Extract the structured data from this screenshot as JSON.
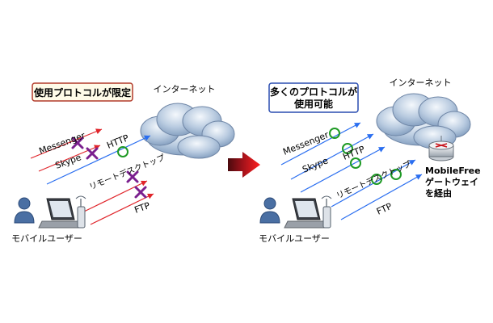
{
  "left": {
    "callout": "使用プロトコルが限定",
    "internet_label": "インターネット",
    "user_label": "モバイルユーザー",
    "protocols": {
      "messenger": "Messenger",
      "skype": "Skype",
      "http": "HTTP",
      "remote": "リモートデスクトップ",
      "ftp": "FTP"
    }
  },
  "right": {
    "callout_line1": "多くのプロトコルが",
    "callout_line2": "使用可能",
    "internet_label": "インターネット",
    "user_label": "モバイルユーザー",
    "gateway_line1": "MobileFree",
    "gateway_line2": "ゲートウェイ",
    "gateway_line3": "を経由",
    "protocols": {
      "messenger": "Messenger",
      "skype": "Skype",
      "http": "HTTP",
      "remote": "リモートデスクトップ",
      "ftp": "FTP"
    }
  },
  "colors": {
    "blocked_line": "#e0242a",
    "allowed_line": "#2a6ef0",
    "blocked_mark": "#7a1f8e",
    "allowed_mark": "#1e9a24",
    "left_callout_border": "#b23a2a",
    "left_callout_fill": "#fffbe8",
    "left_callout_text": "#8a1a10",
    "right_callout_border": "#2a4db0",
    "right_callout_fill": "#ffffff",
    "right_callout_text": "#1c2f8a",
    "arrow": "#c8141c"
  }
}
